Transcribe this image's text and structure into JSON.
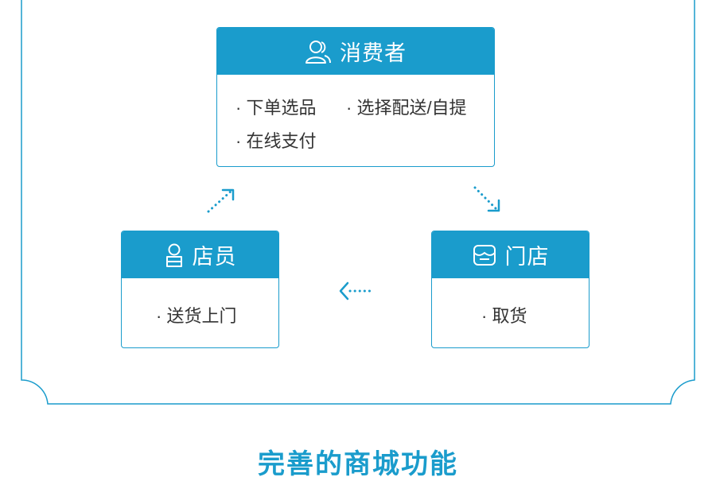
{
  "consumer": {
    "title": "消费者",
    "icon": "user-group-icon",
    "items": [
      "· 下单选品",
      "· 选择配送/自提",
      "· 在线支付"
    ]
  },
  "clerk": {
    "title": "店员",
    "icon": "clerk-icon",
    "items": [
      "· 送货上门"
    ]
  },
  "store": {
    "title": "门店",
    "icon": "store-icon",
    "items": [
      "· 取货"
    ]
  },
  "section_title": "完善的商城功能",
  "colors": {
    "accent": "#1a9ccc",
    "text": "#333333"
  }
}
